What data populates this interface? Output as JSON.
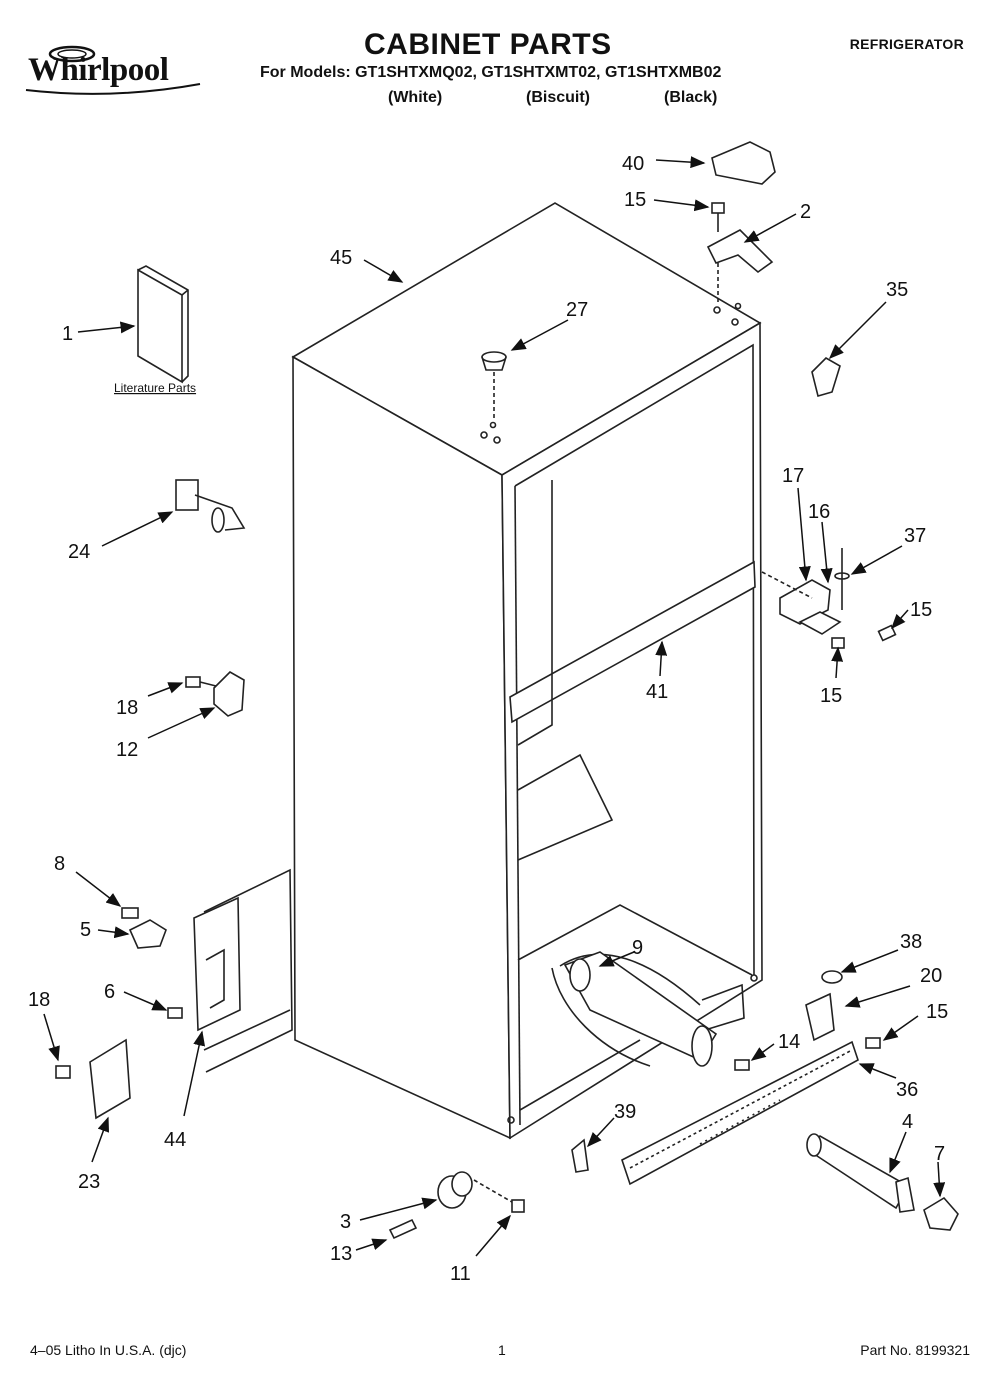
{
  "header": {
    "brand": "Whirlpool",
    "title": "CABINET PARTS",
    "models_line": "For Models: GT1SHTXMQ02, GT1SHTXMT02, GT1SHTXMB02",
    "variants": [
      "(White)",
      "(Biscuit)",
      "(Black)"
    ],
    "category": "REFRIGERATOR"
  },
  "literature_label": "Literature Parts",
  "callouts": [
    {
      "id": "c40",
      "text": "40"
    },
    {
      "id": "c15a",
      "text": "15"
    },
    {
      "id": "c2",
      "text": "2"
    },
    {
      "id": "c45",
      "text": "45"
    },
    {
      "id": "c35",
      "text": "35"
    },
    {
      "id": "c1",
      "text": "1"
    },
    {
      "id": "c27",
      "text": "27"
    },
    {
      "id": "c17",
      "text": "17"
    },
    {
      "id": "c16",
      "text": "16"
    },
    {
      "id": "c37",
      "text": "37"
    },
    {
      "id": "c24",
      "text": "24"
    },
    {
      "id": "c15b",
      "text": "15"
    },
    {
      "id": "c15c",
      "text": "15"
    },
    {
      "id": "c41",
      "text": "41"
    },
    {
      "id": "c18a",
      "text": "18"
    },
    {
      "id": "c12",
      "text": "12"
    },
    {
      "id": "c8",
      "text": "8"
    },
    {
      "id": "c5",
      "text": "5"
    },
    {
      "id": "c9",
      "text": "9"
    },
    {
      "id": "c38",
      "text": "38"
    },
    {
      "id": "c20",
      "text": "20"
    },
    {
      "id": "c18b",
      "text": "18"
    },
    {
      "id": "c6",
      "text": "6"
    },
    {
      "id": "c15d",
      "text": "15"
    },
    {
      "id": "c14",
      "text": "14"
    },
    {
      "id": "c36",
      "text": "36"
    },
    {
      "id": "c44",
      "text": "44"
    },
    {
      "id": "c23",
      "text": "23"
    },
    {
      "id": "c39",
      "text": "39"
    },
    {
      "id": "c4",
      "text": "4"
    },
    {
      "id": "c7",
      "text": "7"
    },
    {
      "id": "c3",
      "text": "3"
    },
    {
      "id": "c13",
      "text": "13"
    },
    {
      "id": "c11",
      "text": "11"
    }
  ],
  "footer": {
    "left": "4–05 Litho In U.S.A. (djc)",
    "page": "1",
    "part_no": "Part No. 8199321"
  }
}
